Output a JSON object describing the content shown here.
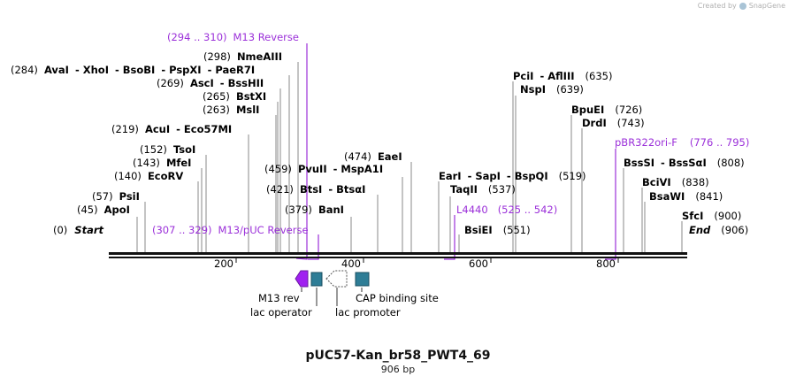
{
  "watermark": {
    "created_by": "Created by",
    "app": "SnapGene"
  },
  "plasmid": {
    "name": "pUC57-Kan_br58_PWT4_69",
    "length_label": "906 bp"
  },
  "colors": {
    "primer": "#9b30d9",
    "feature": "#2e7d96",
    "backbone": "#111111"
  },
  "axis": {
    "start": 0,
    "end": 906,
    "ticks": [
      "200",
      "400",
      "600",
      "800"
    ]
  },
  "enzymes": [
    {
      "pos": "(0)",
      "name": "Start"
    },
    {
      "pos": "(45)",
      "name": "ApoI"
    },
    {
      "pos": "(57)",
      "name": "PsiI"
    },
    {
      "pos": "(140)",
      "name": "EcoRV"
    },
    {
      "pos": "(143)",
      "name": "MfeI"
    },
    {
      "pos": "(152)",
      "name": "TsoI"
    },
    {
      "pos": "(219)",
      "name": "AcuI",
      "name2": "Eco57MI"
    },
    {
      "pos": "(263)",
      "name": "MslI"
    },
    {
      "pos": "(265)",
      "name": "BstXI"
    },
    {
      "pos": "(269)",
      "name": "AscI",
      "name2": "BssHII"
    },
    {
      "pos": "(284)",
      "name": "AvaI",
      "name2": "XhoI",
      "name3": "BsoBI",
      "name4": "PspXI",
      "name5": "PaeR7I"
    },
    {
      "pos": "(298)",
      "name": "NmeAIII"
    },
    {
      "pos": "(379)",
      "name": "BanI"
    },
    {
      "pos": "(421)",
      "name": "BtsI",
      "name2": "BtsαI"
    },
    {
      "pos": "(459)",
      "name": "PvuII",
      "name2": "MspA1I"
    },
    {
      "pos": "(474)",
      "name": "EaeI"
    },
    {
      "pos": "(519)",
      "name": "EarI",
      "name2": "SapI",
      "name3": "BspQI"
    },
    {
      "pos": "(537)",
      "name": "TaqII"
    },
    {
      "pos": "(551)",
      "name": "BsiEI"
    },
    {
      "pos": "(635)",
      "name": "PciI",
      "name2": "AflIII"
    },
    {
      "pos": "(639)",
      "name": "NspI"
    },
    {
      "pos": "(726)",
      "name": "BpuEI"
    },
    {
      "pos": "(743)",
      "name": "DrdI"
    },
    {
      "pos": "(808)",
      "name": "BssSI",
      "name2": "BssSαI"
    },
    {
      "pos": "(838)",
      "name": "BciVI"
    },
    {
      "pos": "(841)",
      "name": "BsaWI"
    },
    {
      "pos": "(900)",
      "name": "SfcI"
    },
    {
      "pos": "(906)",
      "name": "End"
    }
  ],
  "primers": [
    {
      "range": "(294 .. 310)",
      "name": "M13 Reverse"
    },
    {
      "range": "(307 .. 329)",
      "name": "M13/pUC Reverse"
    },
    {
      "range": "(525 .. 542)",
      "name": "L4440"
    },
    {
      "range": "(776 .. 795)",
      "name": "pBR322ori-F"
    }
  ],
  "features": [
    {
      "name": "M13 rev",
      "type": "primer_bind"
    },
    {
      "name": "lac operator",
      "type": "protein_bind"
    },
    {
      "name": "lac promoter",
      "type": "promoter"
    },
    {
      "name": "CAP binding site",
      "type": "protein_bind"
    }
  ]
}
